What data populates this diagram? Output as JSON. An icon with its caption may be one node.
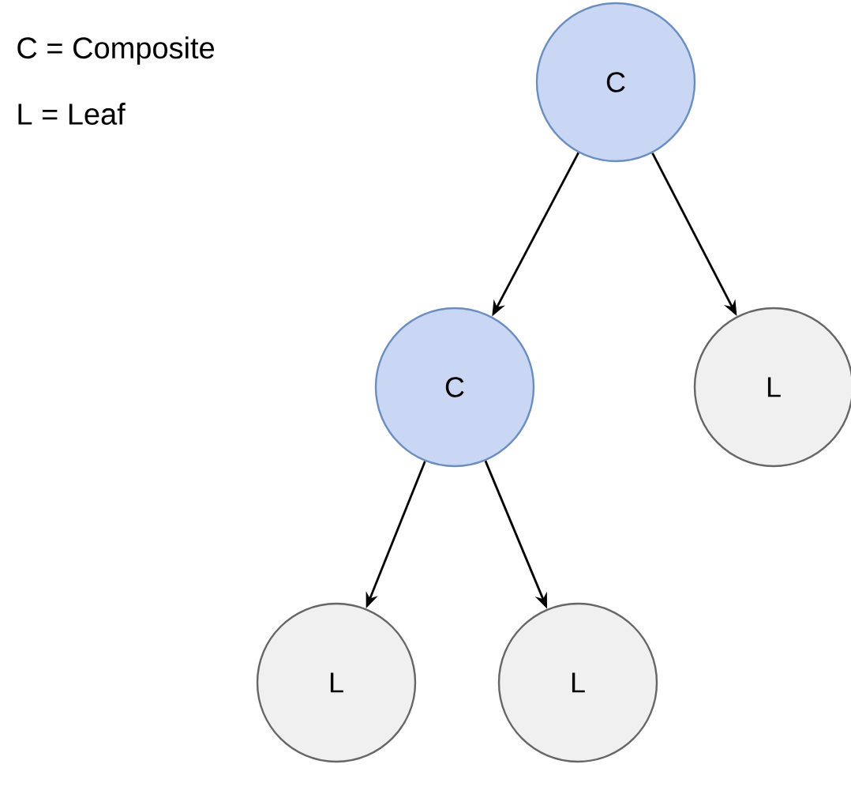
{
  "diagram": {
    "nodes": [
      {
        "text": [
          "C"
        ]
      },
      {
        "text": [
          "C"
        ]
      },
      {
        "text": [
          "L"
        ]
      },
      {
        "text": [
          "L"
        ]
      },
      {
        "text": [
          "L"
        ]
      }
    ],
    "edges": [
      {
        "from": 0,
        "to": 1,
        "arrow": "to"
      },
      {
        "from": 0,
        "to": 2,
        "arrow": "to"
      },
      {
        "from": 1,
        "to": 3,
        "arrow": "to"
      },
      {
        "from": 1,
        "to": 4,
        "arrow": "to"
      }
    ],
    "labels": [
      "C = Composite",
      "L = Leaf"
    ]
  }
}
